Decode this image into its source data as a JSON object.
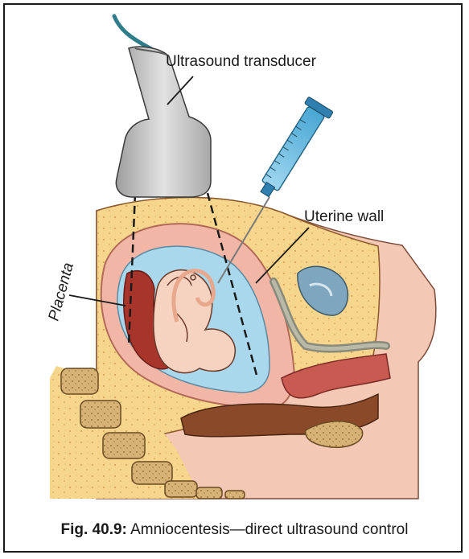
{
  "figure": {
    "labels": {
      "transducer": "Ultrasound transducer",
      "uterine_wall": "Uterine wall",
      "placenta": "Placenta"
    },
    "caption": {
      "number": "Fig. 40.9:",
      "text": "Amniocentesis—direct ultrasound control"
    },
    "colors": {
      "tissue_yellow": "#f6d58c",
      "skin": "#f3c8b4",
      "uterine_pink": "#f2b6a6",
      "amniotic_blue": "#a9d8ec",
      "placenta_red": "#a8352c",
      "bone": "#d7b276",
      "syringe_blue": "#6fc0e4",
      "transducer_grey": "#c9c9c9",
      "cable_teal": "#2f7d8a"
    }
  }
}
